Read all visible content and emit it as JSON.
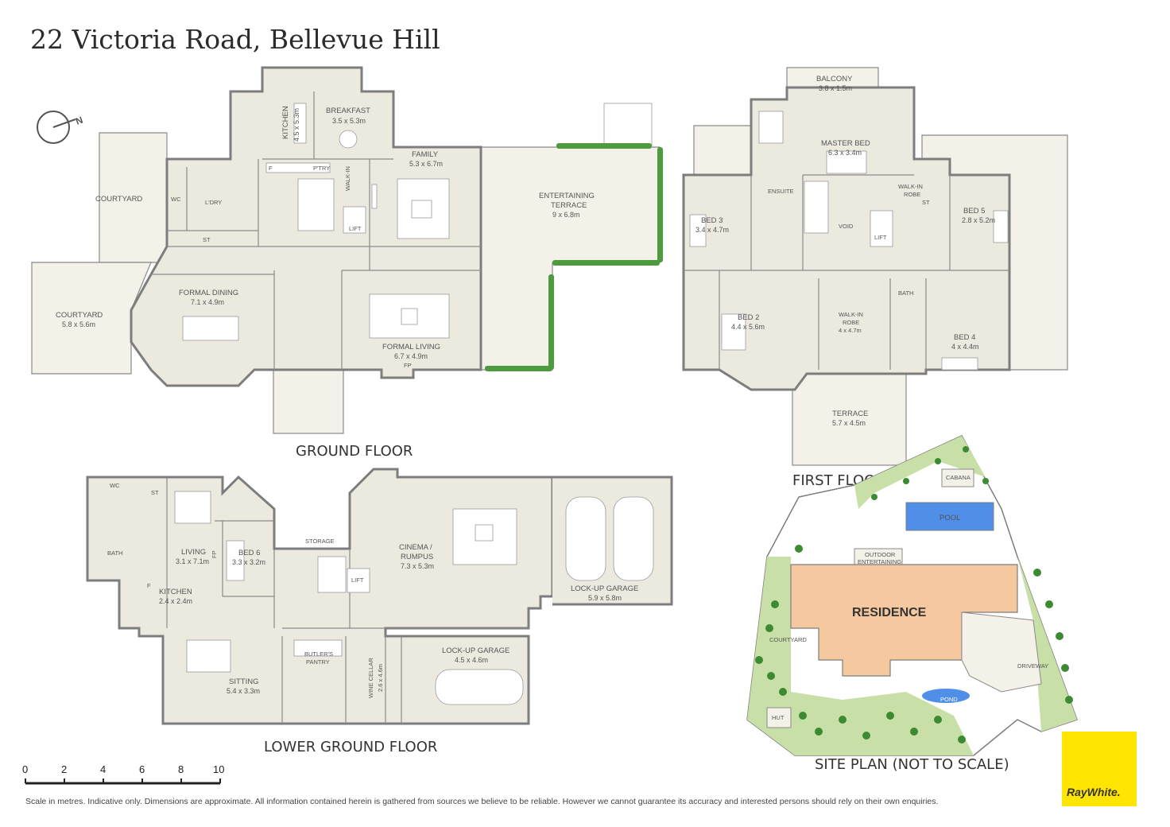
{
  "title": "22 Victoria Road, Bellevue Hill",
  "compass": "N",
  "floors": {
    "ground": "GROUND FLOOR",
    "first": "FIRST FLOOR",
    "lower": "LOWER GROUND FLOOR",
    "site": "SITE PLAN (NOT TO SCALE)"
  },
  "ground_rooms": {
    "kitchen": {
      "name": "KITCHEN",
      "dim": "4.5 x 5.3m"
    },
    "breakfast": {
      "name": "BREAKFAST",
      "dim": "3.5 x 5.3m"
    },
    "family": {
      "name": "FAMILY",
      "dim": "5.3 x 6.7m"
    },
    "terrace": {
      "name1": "ENTERTAINING",
      "name2": "TERRACE",
      "dim": "9 x 6.8m"
    },
    "courtyard_top": {
      "name": "COURTYARD"
    },
    "courtyard": {
      "name": "COURTYARD",
      "dim": "5.8 x 5.6m"
    },
    "dining": {
      "name": "FORMAL DINING",
      "dim": "7.1 x 4.9m"
    },
    "living": {
      "name": "FORMAL LIVING",
      "dim": "6.7 x 4.9m"
    },
    "wc": "WC",
    "ldry": "L'DRY",
    "st": "ST",
    "f": "F",
    "ptry": "P'TRY",
    "walkin": "WALK-IN",
    "lift": "LIFT",
    "fp": "FP"
  },
  "first_rooms": {
    "balcony": {
      "name": "BALCONY",
      "dim": "3.8 x 1.5m"
    },
    "master": {
      "name": "MASTER BED",
      "dim": "6.3 x 3.4m"
    },
    "ensuite": "ENSUITE",
    "walkin1": "WALK-IN",
    "robe": "ROBE",
    "bed3": {
      "name": "BED 3",
      "dim": "3.4 x 4.7m"
    },
    "bed5": {
      "name": "BED 5",
      "dim": "2.8 x 5.2m"
    },
    "void": "VOID",
    "lift": "LIFT",
    "st": "ST",
    "bed2": {
      "name": "BED 2",
      "dim": "4.4 x 5.6m"
    },
    "walkin2": {
      "name": "WALK-IN",
      "name2": "ROBE",
      "dim": "4 x 4.7m"
    },
    "bath": "BATH",
    "bed4": {
      "name": "BED 4",
      "dim": "4 x 4.4m"
    },
    "terrace": {
      "name": "TERRACE",
      "dim": "5.7 x 4.5m"
    }
  },
  "lower_rooms": {
    "wc": "WC",
    "st": "ST",
    "bath": "BATH",
    "living": {
      "name": "LIVING",
      "dim": "3.1 x 7.1m"
    },
    "bed6": {
      "name": "BED 6",
      "dim": "3.3 x 3.2m"
    },
    "storage": "STORAGE",
    "cinema": {
      "name": "CINEMA /",
      "name2": "RUMPUS",
      "dim": "7.3 x 5.3m"
    },
    "garage1": {
      "name": "LOCK-UP GARAGE",
      "dim": "5.9 x 5.8m"
    },
    "kitchen": {
      "name": "KITCHEN",
      "dim": "2.4 x 2.4m"
    },
    "butlers": {
      "name": "BUTLER'S",
      "name2": "PANTRY"
    },
    "wine": {
      "name": "WINE CELLAR",
      "dim": "2.6 x 4.6m"
    },
    "garage2": {
      "name": "LOCK-UP GARAGE",
      "dim": "4.5 x 4.6m"
    },
    "sitting": {
      "name": "SITTING",
      "dim": "5.4 x 3.3m"
    },
    "lift": "LIFT",
    "fp": "FP",
    "f": "F"
  },
  "site": {
    "cabana": "CABANA",
    "pool": "POOL",
    "outdoor1": "OUTDOOR",
    "outdoor2": "ENTERTAINING",
    "residence": "RESIDENCE",
    "courtyard": "COURTYARD",
    "driveway": "DRIVEWAY",
    "pond": "POND",
    "hut": "HUT"
  },
  "scale": {
    "ticks": [
      "0",
      "2",
      "4",
      "6",
      "8",
      "10"
    ]
  },
  "disclaimer": "Scale in metres. Indicative only. Dimensions are approximate. All information contained herein is gathered from sources we believe to be reliable. However we cannot guarantee its accuracy and interested persons should rely on their own enquiries.",
  "brand": "RayWhite.",
  "colors": {
    "wall": "#7d7d7d",
    "floor": "#ece9df",
    "outdoor": "#f4f1e8",
    "hedge": "#4e9a3e",
    "pool": "#4f8fe8",
    "residence": "#f5c8a0",
    "brand": "#ffe500"
  }
}
